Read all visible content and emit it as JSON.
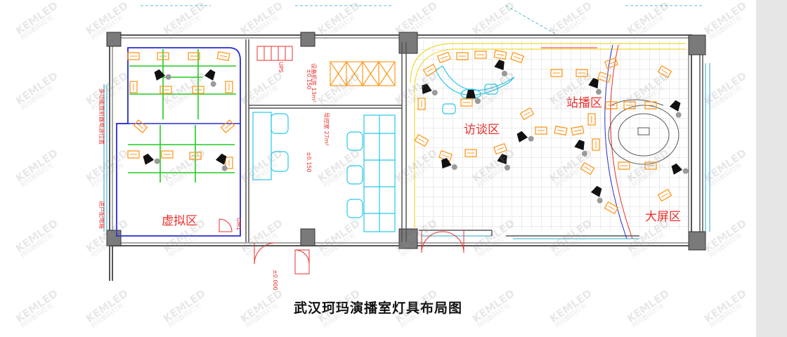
{
  "title": "武汉珂玛演播室灯具布局图",
  "zones": {
    "virtual": "虚拟区",
    "interview": "访谈区",
    "standing": "站播区",
    "big_screen": "大屏区"
  },
  "notes": {
    "ups": "UPS",
    "equipment_room": "设备机房 13m²",
    "control_room": "导控室 27m²",
    "elev_top": "±0.150",
    "elev_mid": "±0.150",
    "elev_door": "±0.000",
    "gm": "GM1",
    "left_top": "多功能放射器电源位置",
    "left_bottom": "进户配电箱"
  },
  "watermark": {
    "brand": "KEMLED",
    "sub": "珂玛数码灯光"
  },
  "colors": {
    "wall": "#555555",
    "virtual_boundary": "#2a2ad4",
    "truss": "#22cc22",
    "fixture": "#ff9a1e",
    "control_furniture": "#28c8e8",
    "annotation": "#e8302c",
    "stage_outline": "#f0d838",
    "grid": "#cccccc"
  },
  "icons": [
    "spotlight-icon",
    "light-stand-icon",
    "rack-icon"
  ]
}
